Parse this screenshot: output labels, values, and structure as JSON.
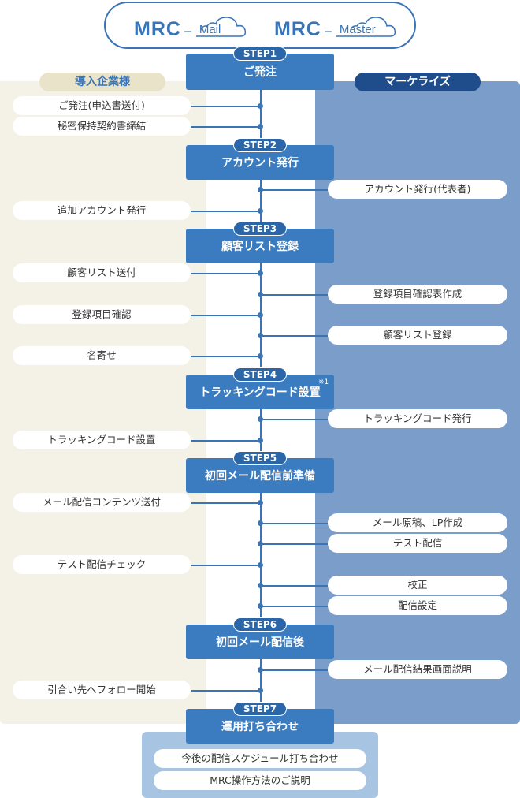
{
  "header": {
    "logo1": {
      "brand": "MRC",
      "dash": "–",
      "product": "Mail"
    },
    "logo2": {
      "brand": "MRC",
      "dash": "–",
      "product": "Master"
    }
  },
  "columns": {
    "left": "導入企業様",
    "right": "マーケライズ"
  },
  "steps": [
    {
      "tag": "STEP1",
      "title": "ご発注"
    },
    {
      "tag": "STEP2",
      "title": "アカウント発行"
    },
    {
      "tag": "STEP3",
      "title": "顧客リスト登録"
    },
    {
      "tag": "STEP4",
      "title": "トラッキングコード設置",
      "note": "※1"
    },
    {
      "tag": "STEP5",
      "title": "初回メール配信前準備"
    },
    {
      "tag": "STEP6",
      "title": "初回メール配信後"
    },
    {
      "tag": "STEP7",
      "title": "運用打ち合わせ"
    }
  ],
  "left_tasks": [
    "ご発注(申込書送付)",
    "秘密保持契約書締結",
    "追加アカウント発行",
    "顧客リスト送付",
    "登録項目確認",
    "名寄せ",
    "トラッキングコード設置",
    "メール配信コンテンツ送付",
    "テスト配信チェック",
    "引合い先へフォロー開始"
  ],
  "right_tasks": [
    "アカウント発行(代表者)",
    "登録項目確認表作成",
    "顧客リスト登録",
    "トラッキングコード発行",
    "メール原稿、LP作成",
    "テスト配信",
    "校正",
    "配信設定",
    "メール配信結果画面説明"
  ],
  "bottom_tasks": [
    "今後の配信スケジュール打ち合わせ",
    "MRC操作方法のご説明"
  ],
  "colors": {
    "accent": "#3a7cbf",
    "dark": "#1f4c8a",
    "left_bg": "#f4f1e6",
    "right_bg": "#7a9dc9"
  }
}
